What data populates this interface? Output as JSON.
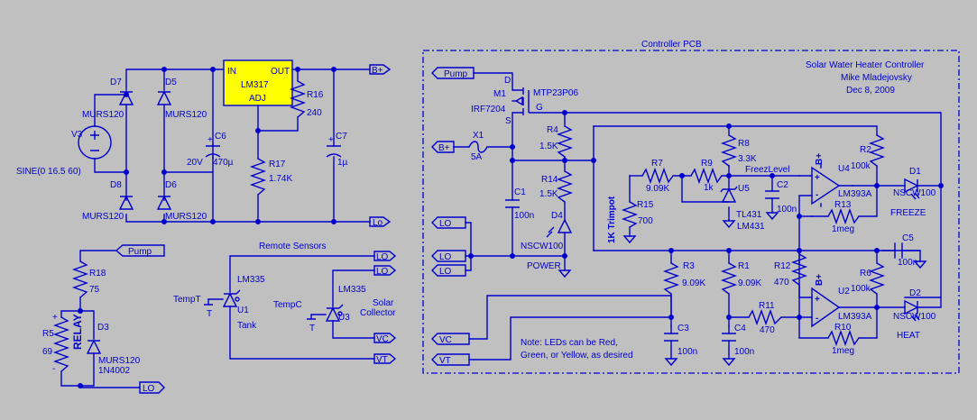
{
  "pcb": {
    "title": "Controller PCB",
    "header": [
      "Solar Water Heater Controller",
      "Mike Mladejovsky",
      "Dec 8, 2009"
    ],
    "note": [
      "Note: LEDs can be Red,",
      "Green, or Yellow, as desired"
    ]
  },
  "power": {
    "v3_ref": "V3",
    "v3_val": "SINE(0 16.5 60)",
    "diodes": [
      {
        "ref": "D7",
        "val": "MURS120"
      },
      {
        "ref": "D5",
        "val": "MURS120"
      },
      {
        "ref": "D8",
        "val": "MURS120"
      },
      {
        "ref": "D6",
        "val": "MURS120"
      }
    ],
    "reg_name": "LM317",
    "reg_in": "IN",
    "reg_out": "OUT",
    "reg_adj": "ADJ",
    "c6_ref": "C6",
    "c6_volt": "20V",
    "c6_val": "470µ",
    "c7_ref": "C7",
    "c7_val": "1µ",
    "r16_ref": "R16",
    "r16_val": "240",
    "r17_ref": "R17",
    "r17_val": "1.74K",
    "bplus": "B+",
    "lo": "Lo"
  },
  "relay": {
    "pump": "Pump",
    "r18_ref": "R18",
    "r18_val": "75",
    "r5_ref": "R5",
    "r5_val": "69",
    "relay_label": "RELAY",
    "plus": "+",
    "minus": "-",
    "d3_ref": "D3",
    "d3_val": "MURS120",
    "d3_alt": "1N4002",
    "lo": "LO"
  },
  "sensors": {
    "title": "Remote Sensors",
    "u1_net": "TempT",
    "u1_part": "LM335",
    "u1_ref": "U1",
    "u1_name": "Tank",
    "t": "T",
    "u3_net": "TempC",
    "u3_part": "LM335",
    "u3_ref": "U3",
    "u3_name1": "Solar",
    "u3_name2": "Collector",
    "ports": [
      "LO",
      "LO",
      "VC",
      "VT"
    ]
  },
  "controller": {
    "pump": "Pump",
    "m1_ref": "M1",
    "m1_part": "MTP23P06",
    "m1_alt": "IRF7204",
    "d": "D",
    "s": "S",
    "g": "G",
    "bplus": "B+",
    "x1_ref": "X1",
    "x1_val": "5A",
    "lo_ports": [
      "LO",
      "LO",
      "LO"
    ],
    "r4": "R4",
    "r4v": "1.5K",
    "r14": "R14",
    "r14v": "1.5K",
    "c1": "C1",
    "c1v": "100n",
    "d4": "D4",
    "d4v": "NSCW100",
    "power_label": "POWER",
    "trimpot": "1K Trimpot",
    "r15": "R15",
    "r15v": "700",
    "r7": "R7",
    "r7v": "9.09K",
    "r9": "R9",
    "r9v": "1k",
    "r8": "R8",
    "r8v": "3.3K",
    "u5": "U5",
    "u5v": "TL431",
    "u5alt": "LM431",
    "freeze_level": "FreezLevel",
    "c2": "C2",
    "c2v": "100n",
    "u4": "U4",
    "u4v": "LM393A",
    "r2": "R2",
    "r2v": "100k",
    "r13": "R13",
    "r13v": "1meg",
    "d1": "D1",
    "d1v": "NSCW100",
    "freeze": "FREEZE",
    "c5": "C5",
    "c5v": "100n",
    "r3": "R3",
    "r3v": "9.09K",
    "r1": "R1",
    "r1v": "9.09K",
    "r12": "R12",
    "r12v": "470",
    "r6": "R6",
    "r6v": "100k",
    "u2": "U2",
    "u2v": "LM393A",
    "r11": "R11",
    "r11v": "470",
    "r10": "R10",
    "r10v": "1meg",
    "d2": "D2",
    "d2v": "NSCW100",
    "heat": "HEAT",
    "c3": "C3",
    "c3v": "100n",
    "c4": "C4",
    "c4v": "100n",
    "vc": "VC",
    "vt": "VT",
    "plus": "+",
    "minus": "-",
    "bplus_u": "B+"
  }
}
